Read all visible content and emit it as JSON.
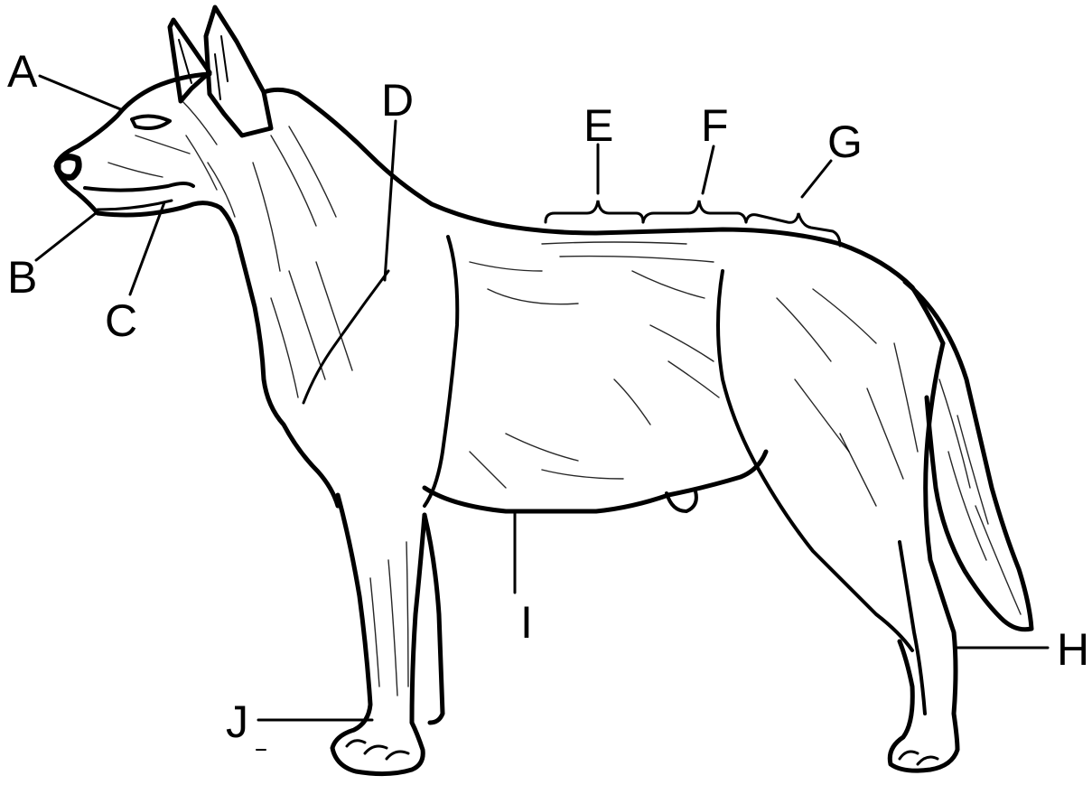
{
  "diagram": {
    "labels": {
      "a": "A",
      "b": "B",
      "c": "C",
      "d": "D",
      "e": "E",
      "f": "F",
      "g": "G",
      "h": "H",
      "i": "I",
      "j": "J"
    },
    "colors": {
      "ink": "#000000",
      "background": "#ffffff"
    }
  }
}
